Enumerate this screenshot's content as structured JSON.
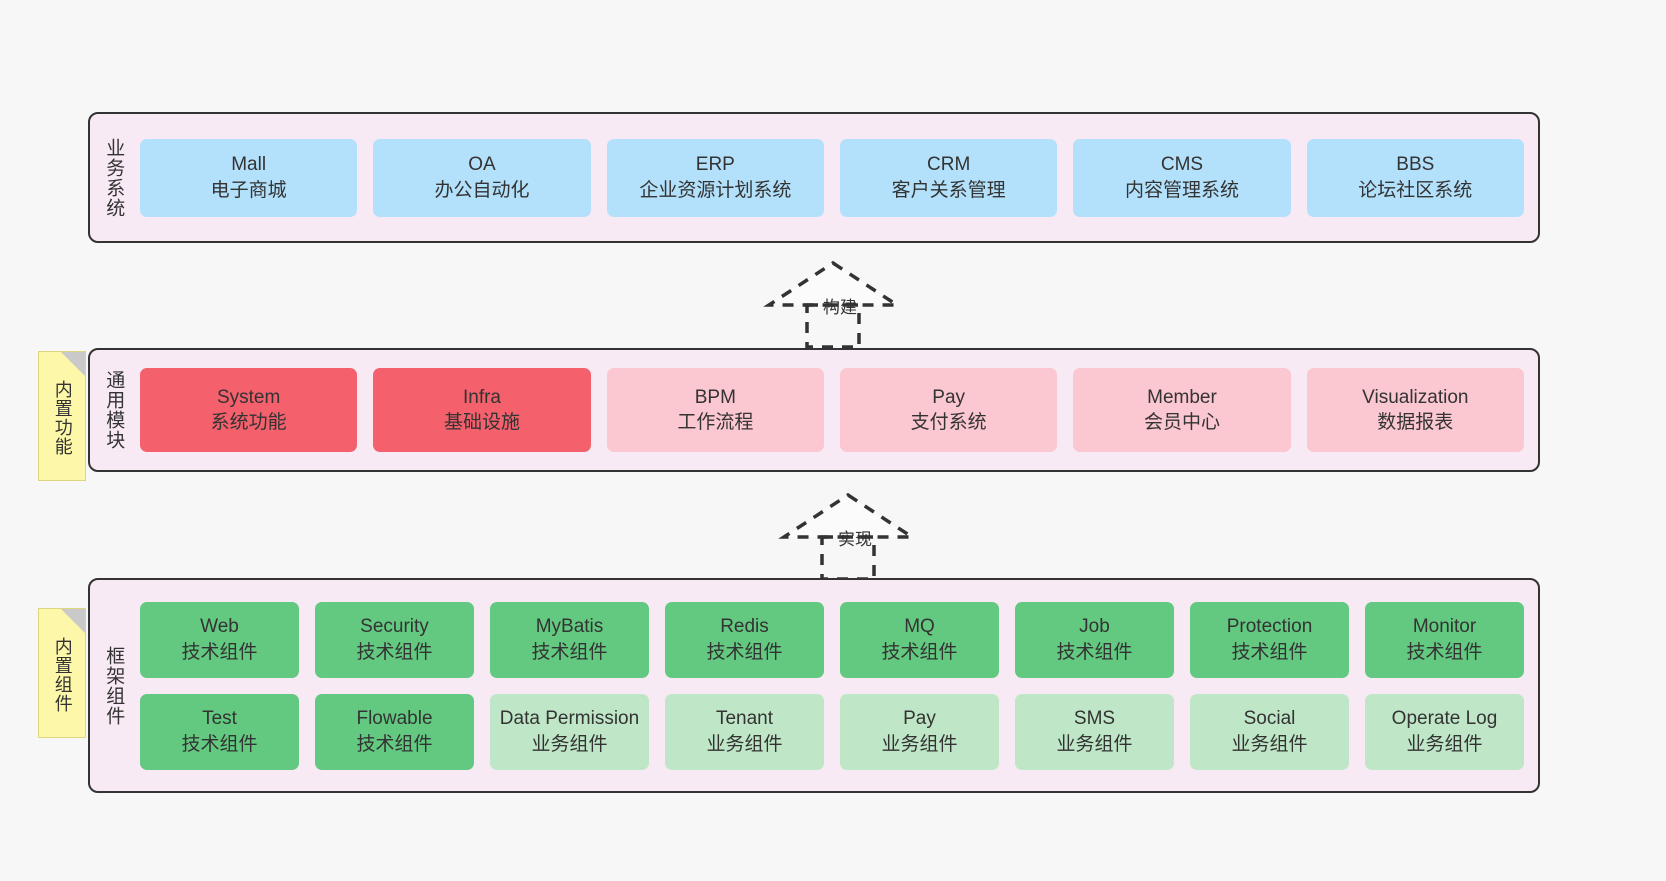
{
  "diagram": {
    "background_color": "#f7f7f7",
    "layer_fill": "#f8eaf4",
    "layer_border": "#333333"
  },
  "layers": [
    {
      "key": "business",
      "title": "业务系统",
      "tiles": [
        {
          "en": "Mall",
          "cn": "电子商城",
          "color": "#b3e0fb",
          "style": "blue"
        },
        {
          "en": "OA",
          "cn": "办公自动化",
          "color": "#b3e0fb",
          "style": "blue"
        },
        {
          "en": "ERP",
          "cn": "企业资源计划系统",
          "color": "#b3e0fb",
          "style": "blue"
        },
        {
          "en": "CRM",
          "cn": "客户关系管理",
          "color": "#b3e0fb",
          "style": "blue"
        },
        {
          "en": "CMS",
          "cn": "内容管理系统",
          "color": "#b3e0fb",
          "style": "blue"
        },
        {
          "en": "BBS",
          "cn": "论坛社区系统",
          "color": "#b3e0fb",
          "style": "blue"
        }
      ]
    },
    {
      "key": "modules",
      "title": "通用模块",
      "note": "内置功能",
      "tiles": [
        {
          "en": "System",
          "cn": "系统功能",
          "color": "#f4606c",
          "style": "red"
        },
        {
          "en": "Infra",
          "cn": "基础设施",
          "color": "#f4606c",
          "style": "red"
        },
        {
          "en": "BPM",
          "cn": "工作流程",
          "color": "#fbc7d0",
          "style": "pink"
        },
        {
          "en": "Pay",
          "cn": "支付系统",
          "color": "#fbc7d0",
          "style": "pink"
        },
        {
          "en": "Member",
          "cn": "会员中心",
          "color": "#fbc7d0",
          "style": "pink"
        },
        {
          "en": "Visualization",
          "cn": "数据报表",
          "color": "#fbc7d0",
          "style": "pink"
        }
      ]
    },
    {
      "key": "framework",
      "title": "框架组件",
      "note": "内置组件",
      "rows": [
        [
          {
            "en": "Web",
            "cn": "技术组件",
            "color": "#63c980",
            "style": "green"
          },
          {
            "en": "Security",
            "cn": "技术组件",
            "color": "#63c980",
            "style": "green"
          },
          {
            "en": "MyBatis",
            "cn": "技术组件",
            "color": "#63c980",
            "style": "green"
          },
          {
            "en": "Redis",
            "cn": "技术组件",
            "color": "#63c980",
            "style": "green"
          },
          {
            "en": "MQ",
            "cn": "技术组件",
            "color": "#63c980",
            "style": "green"
          },
          {
            "en": "Job",
            "cn": "技术组件",
            "color": "#63c980",
            "style": "green"
          },
          {
            "en": "Protection",
            "cn": "技术组件",
            "color": "#63c980",
            "style": "green"
          },
          {
            "en": "Monitor",
            "cn": "技术组件",
            "color": "#63c980",
            "style": "green"
          }
        ],
        [
          {
            "en": "Test",
            "cn": "技术组件",
            "color": "#63c980",
            "style": "green"
          },
          {
            "en": "Flowable",
            "cn": "技术组件",
            "color": "#63c980",
            "style": "green"
          },
          {
            "en": "Data Permission",
            "cn": "业务组件",
            "color": "#bfe7c7",
            "style": "green-light"
          },
          {
            "en": "Tenant",
            "cn": "业务组件",
            "color": "#bfe7c7",
            "style": "green-light"
          },
          {
            "en": "Pay",
            "cn": "业务组件",
            "color": "#bfe7c7",
            "style": "green-light"
          },
          {
            "en": "SMS",
            "cn": "业务组件",
            "color": "#bfe7c7",
            "style": "green-light"
          },
          {
            "en": "Social",
            "cn": "业务组件",
            "color": "#bfe7c7",
            "style": "green-light"
          },
          {
            "en": "Operate Log",
            "cn": "业务组件",
            "color": "#bfe7c7",
            "style": "green-light"
          }
        ]
      ]
    }
  ],
  "connectors": [
    {
      "key": "build",
      "label": "构建"
    },
    {
      "key": "implement",
      "label": "实现"
    }
  ]
}
